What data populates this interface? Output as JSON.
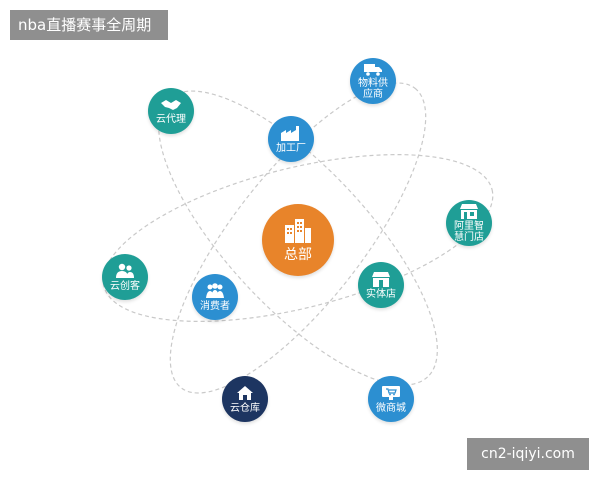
{
  "banner": {
    "title": "nba直播赛事全周期"
  },
  "watermark": {
    "text": "cn2-iqiyi.com"
  },
  "colors": {
    "center": "#e8842a",
    "teal": "#1f9e96",
    "blue": "#2c8fd1",
    "dark": "#1d3561",
    "orbit": "#c9c9c9"
  },
  "diagram": {
    "center": {
      "label": "总部",
      "icon": "buildings-icon"
    },
    "nodes": {
      "material_supplier": {
        "label": "物料供应商",
        "icon": "truck-icon"
      },
      "cloud_agent": {
        "label": "云代理",
        "icon": "handshake-icon"
      },
      "processing_plant": {
        "label": "加工厂",
        "icon": "factory-icon"
      },
      "alibaba_smart_store": {
        "label": "阿里智慧门店",
        "icon": "storefront-icon"
      },
      "cloud_creator": {
        "label": "云创客",
        "icon": "users-icon"
      },
      "consumer": {
        "label": "消费者",
        "icon": "people-icon"
      },
      "physical_store": {
        "label": "实体店",
        "icon": "shop-icon"
      },
      "cloud_warehouse": {
        "label": "云仓库",
        "icon": "warehouse-icon"
      },
      "micro_mall": {
        "label": "微商城",
        "icon": "cart-screen-icon"
      }
    }
  }
}
